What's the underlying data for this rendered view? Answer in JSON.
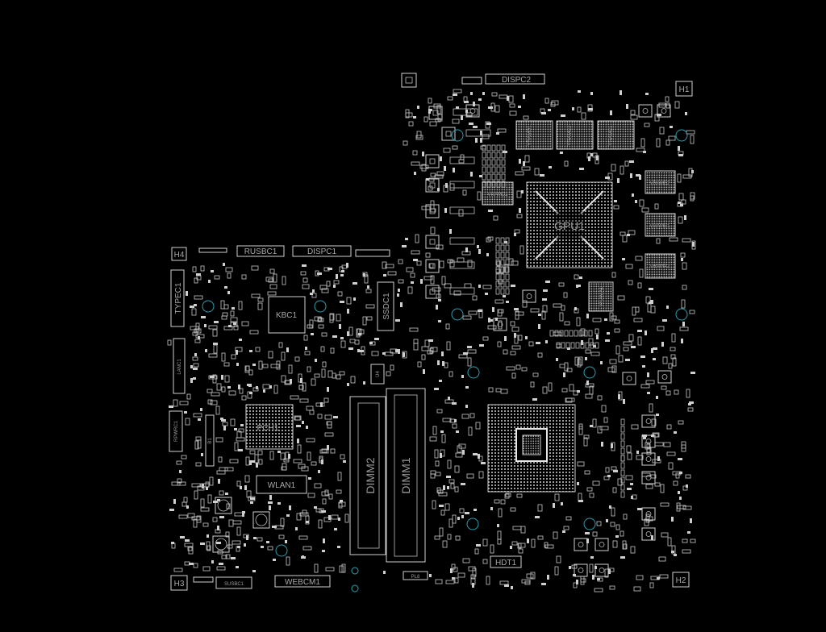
{
  "board": {
    "background": "#000000",
    "outline_color": "#d0d0d0",
    "hole_color": "#2a9fb0",
    "label_color": "#a8a8a8"
  },
  "components": {
    "dispc2": "DISPC2",
    "h1": "H1",
    "h2": "H2",
    "h3": "H3",
    "h4": "H4",
    "rusbc1": "RUSBC1",
    "dispc1": "DISPC1",
    "typec1": "TYPEC1",
    "kbc1": "KBC1",
    "ssdc1": "SSDC1",
    "lanc1": "LANC1",
    "pch1": "PCH1",
    "rpwrc1": "RPWRC1",
    "b1": "B1",
    "wlan1": "WLAN1",
    "dimm2": "DIMM2",
    "dimm1": "DIMM1",
    "gpu1": "GPU1",
    "vramd1": "VRAMD1",
    "vramc2": "VRAMC2",
    "vramc1": "VRAMC1",
    "vramd2": "VRAMD2",
    "vramb2": "VRAMB2",
    "vramb1": "VRAMB1",
    "vrama2": "VRAMA2",
    "vrama1": "VRAMA1",
    "susbc1": "SUSBC1",
    "webcm1": "WEBCM1",
    "hdt1": "HDT1",
    "pl8": "PL8",
    "u4": "U4"
  }
}
